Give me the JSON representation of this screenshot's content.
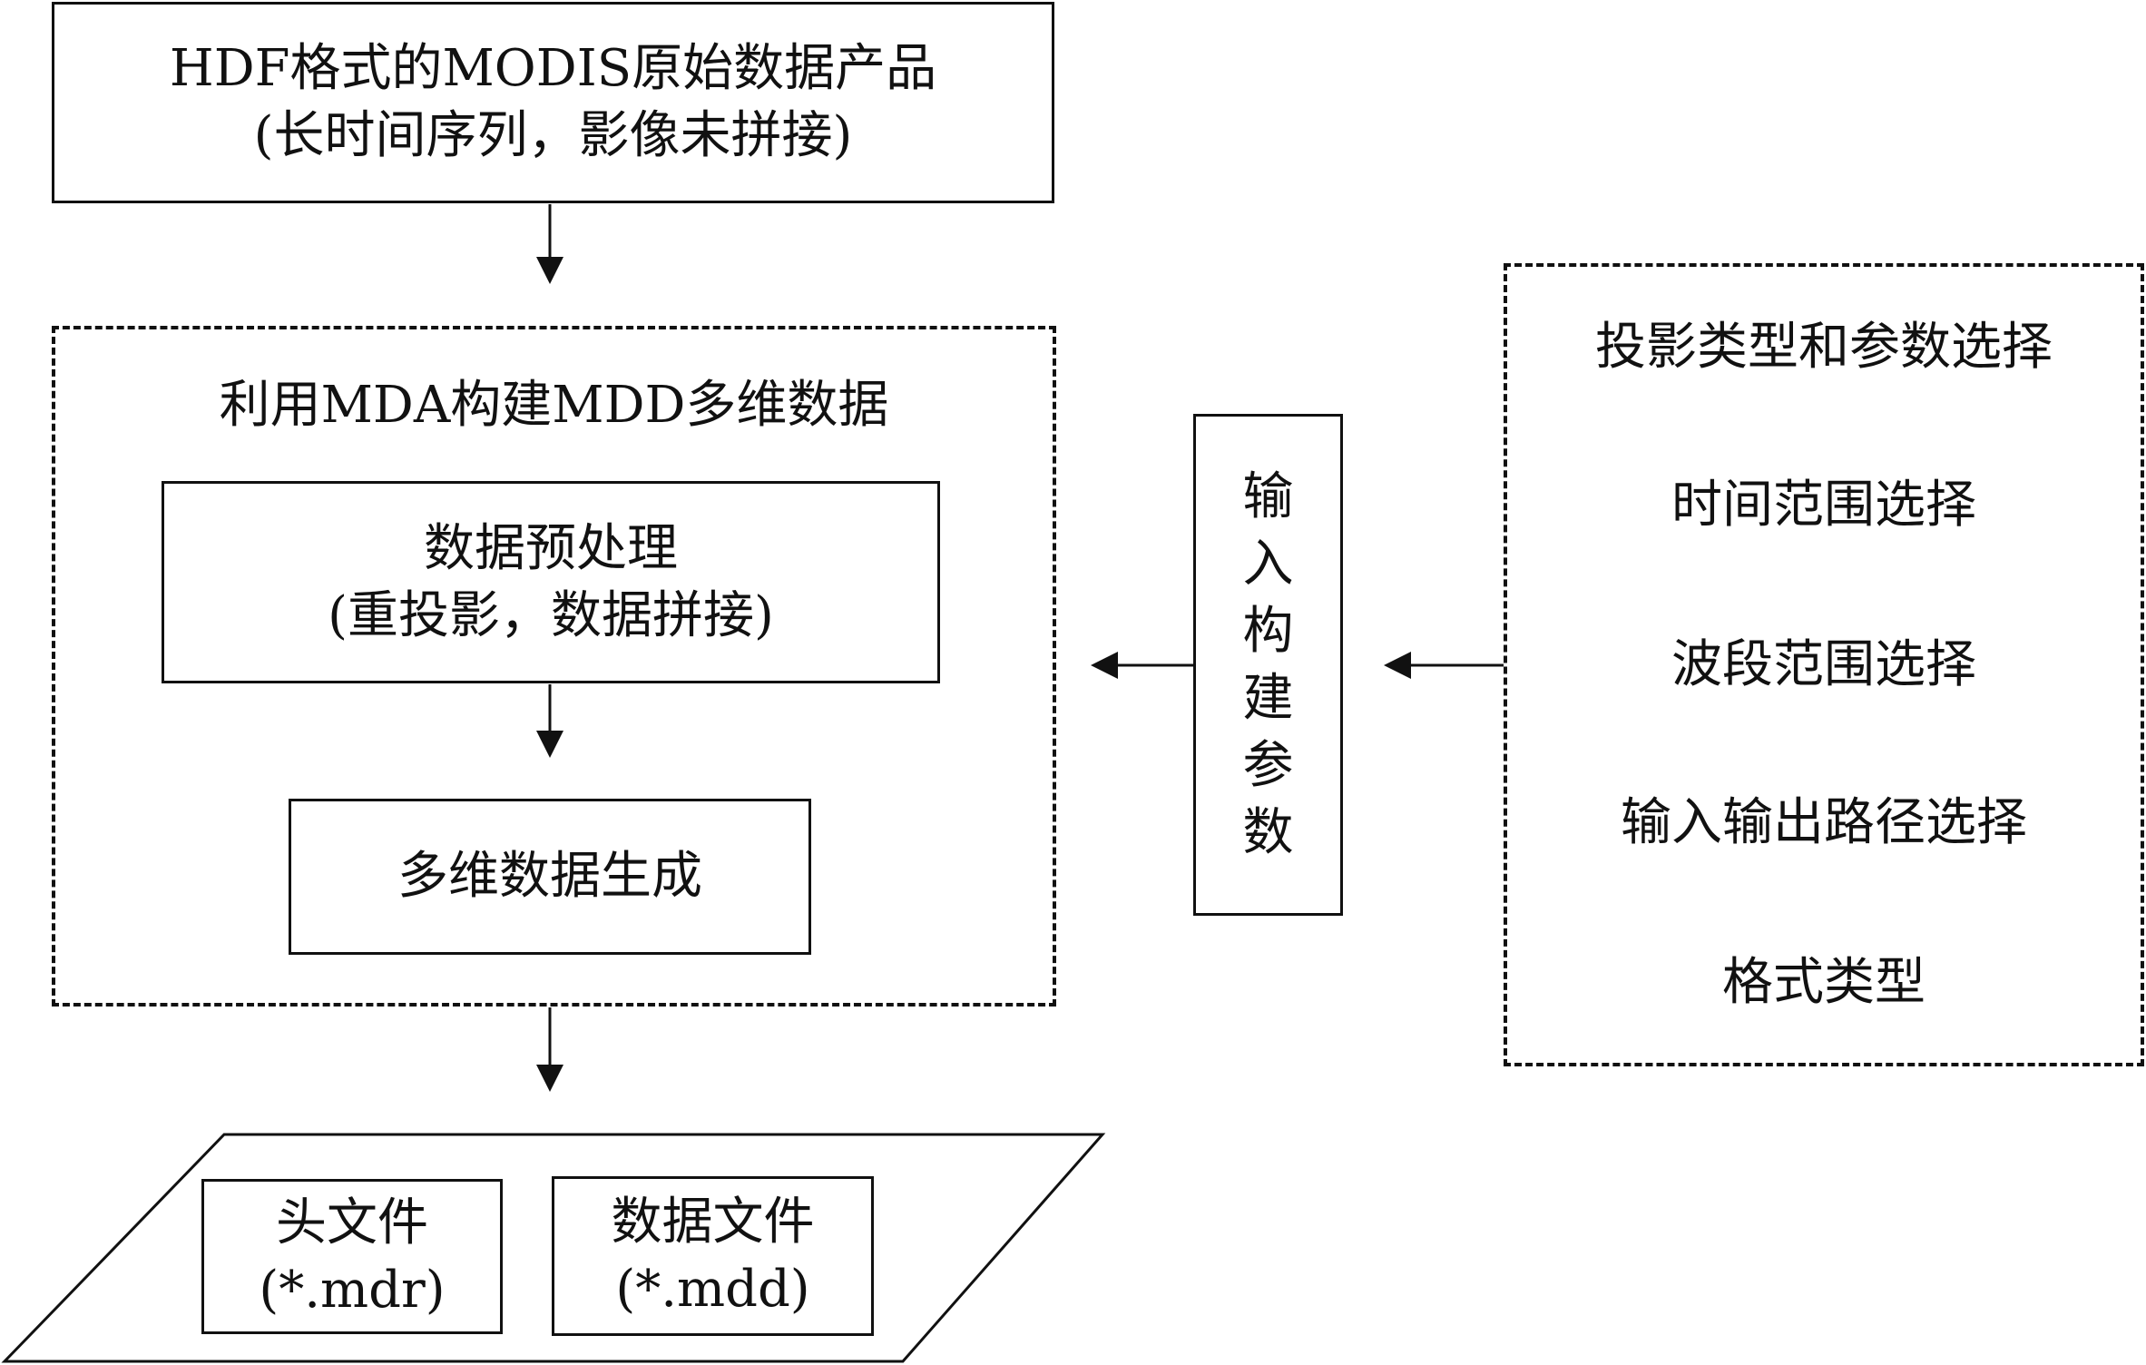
{
  "source": {
    "line1": "HDF格式的MODIS原始数据产品",
    "line2": "(长时间序列，影像未拼接)"
  },
  "mda_group": {
    "title": "利用MDA构建MDD多维数据",
    "preprocess": {
      "line1": "数据预处理",
      "line2": "(重投影，数据拼接)"
    },
    "generate": "多维数据生成"
  },
  "build_params": [
    "输",
    "入",
    "构",
    "建",
    "参",
    "数"
  ],
  "options": [
    "投影类型和参数选择",
    "时间范围选择",
    "波段范围选择",
    "输入输出路径选择",
    "格式类型"
  ],
  "outputs": {
    "header_file": {
      "name": "头文件",
      "ext": "(*.mdr)"
    },
    "data_file": {
      "name": "数据文件",
      "ext": "(*.mdd)"
    }
  }
}
